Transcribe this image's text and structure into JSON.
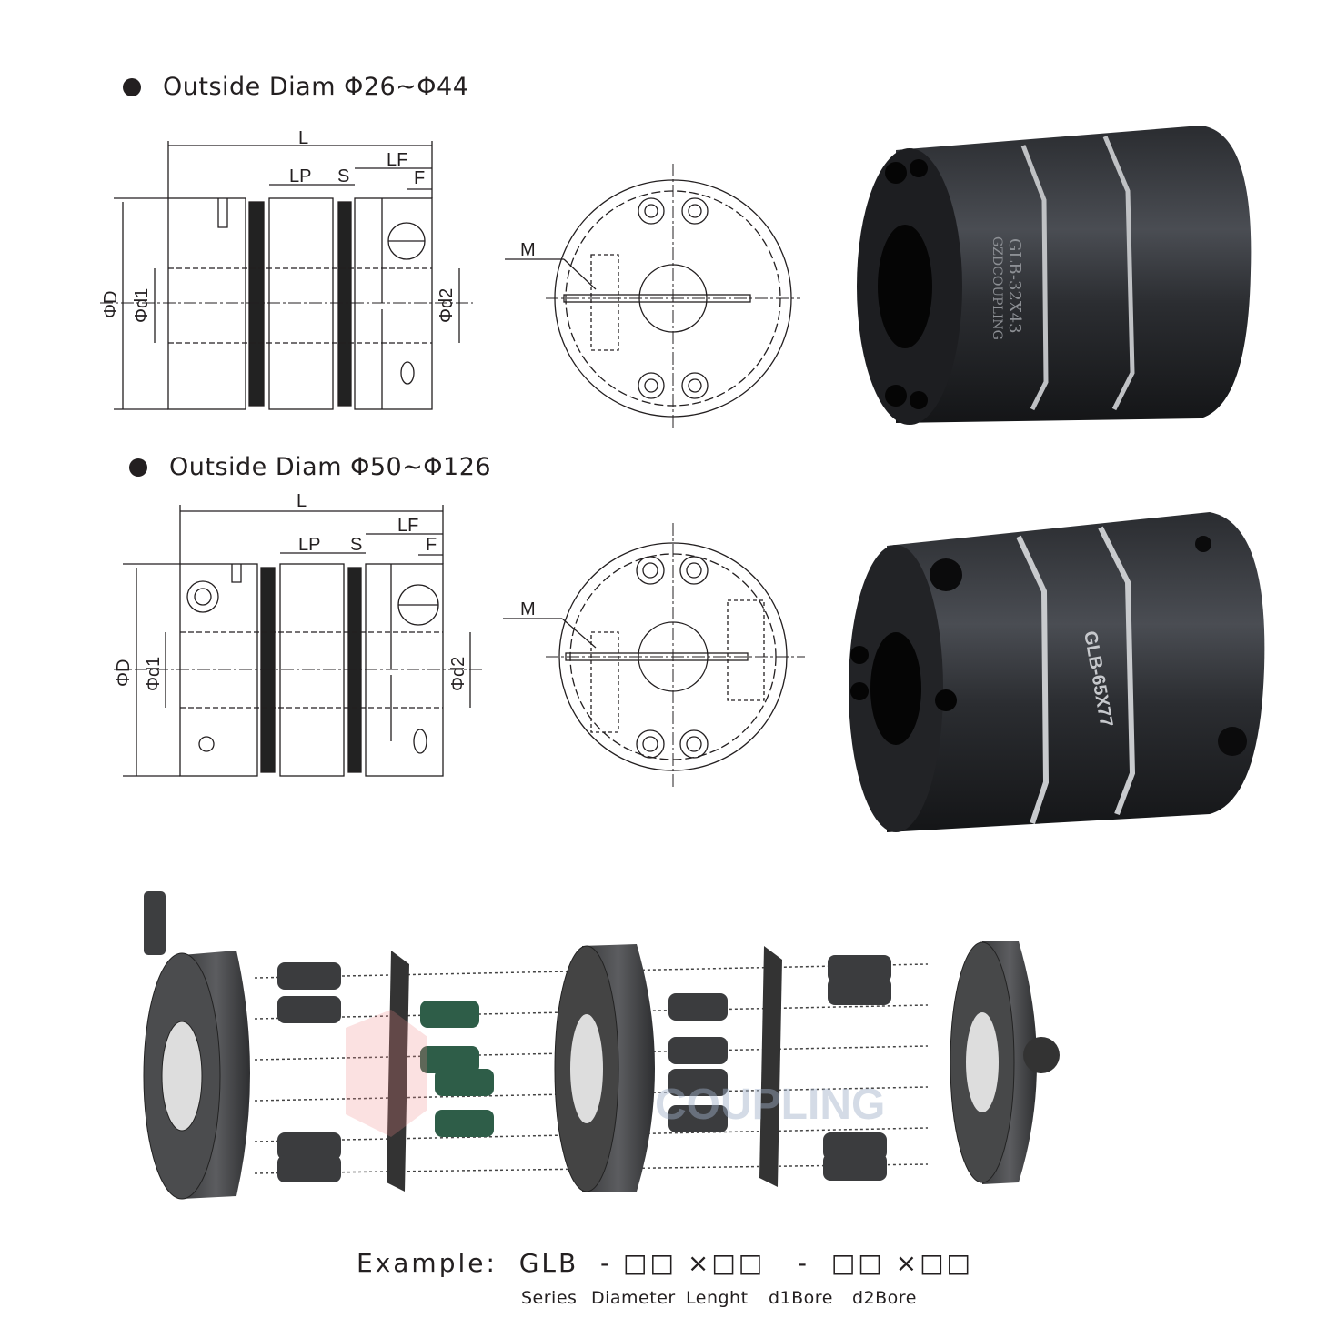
{
  "sections": [
    {
      "heading": "Outside Diam Φ26~Φ44",
      "dims": {
        "L": "L",
        "LP": "LP",
        "S": "S",
        "LF": "LF",
        "F": "F",
        "D": "ΦD",
        "d1": "Φd1",
        "d2": "Φd2",
        "M": "M"
      },
      "engraving": [
        "GZDCOUPLING",
        "GLB-32X43"
      ]
    },
    {
      "heading": "Outside Diam Φ50~Φ126",
      "dims": {
        "L": "L",
        "LP": "LP",
        "S": "S",
        "LF": "LF",
        "F": "F",
        "D": "ΦD",
        "d1": "Φd1",
        "d2": "Φd2",
        "M": "M"
      },
      "engraving": [
        "GLB-65X77"
      ]
    }
  ],
  "watermark": "COUPLING",
  "example": {
    "label": "Example:",
    "code": "GLB  - □□ ×□□   -  □□ ×□□",
    "parts": [
      "Series",
      "Diameter",
      "Lenght",
      "d1Bore",
      "d2Bore"
    ]
  }
}
